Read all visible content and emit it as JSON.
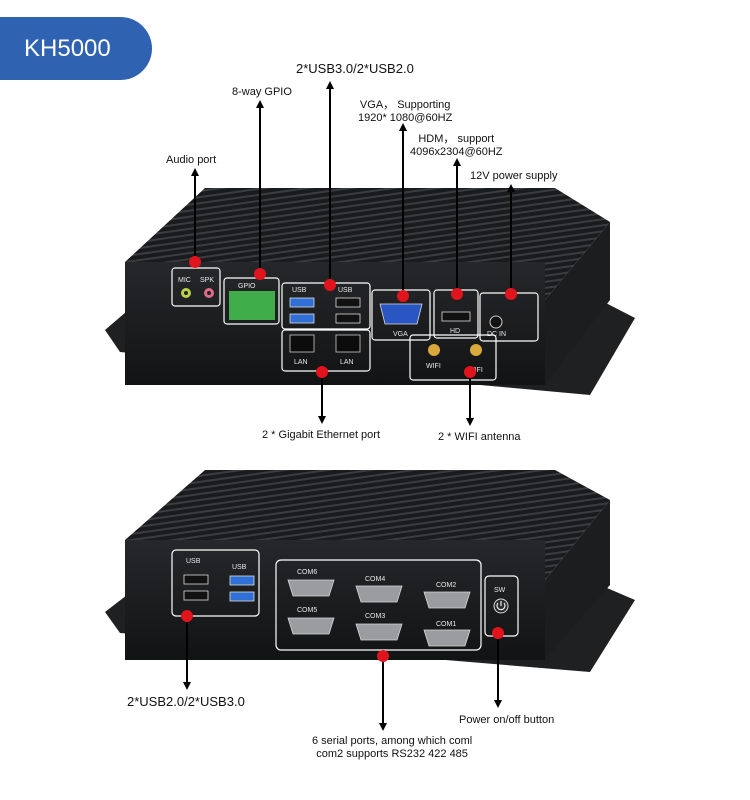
{
  "model": "KH5000",
  "top_callouts": {
    "usb_top": "2*USB3.0/2*USB2.0",
    "gpio": "8-way GPIO",
    "vga_1": "VGA， Supporting",
    "vga_2": "1920* 1080@60HZ",
    "hdmi_1": "HDM， support",
    "hdmi_2": "4096x2304@60HZ",
    "audio": "Audio port",
    "power_supply": "12V power supply",
    "ethernet": "2 * Gigabit Ethernet port",
    "wifi": "2 * WIFI antenna"
  },
  "bottom_callouts": {
    "usb_bottom": "2*USB2.0/2*USB3.0",
    "power_button": "Power on/off button",
    "serial_1": "6 serial ports, among which coml",
    "serial_2": "com2 supports RS232 422 485"
  },
  "port_labels": {
    "mic": "MIC",
    "spk": "SPK",
    "gpio": "GPIO",
    "usb_a": "USB",
    "usb_b": "USB",
    "lan_a": "LAN",
    "lan_b": "LAN",
    "vga": "VGA",
    "hd": "HD",
    "dc": "DC IN",
    "wifi_a": "WIFI",
    "wifi_b": "WIFI",
    "usb_c": "USB",
    "usb_d": "USB",
    "com6": "COM6",
    "com4": "COM4",
    "com2": "COM2",
    "com5": "COM5",
    "com3": "COM3",
    "com1": "COM1",
    "sw": "SW"
  },
  "colors": {
    "badge": "#2f63b2",
    "marker": "#e0141c",
    "chassis": "#1b1c1e",
    "usb3": "#2f6fd6",
    "gpio": "#3fae4a"
  }
}
